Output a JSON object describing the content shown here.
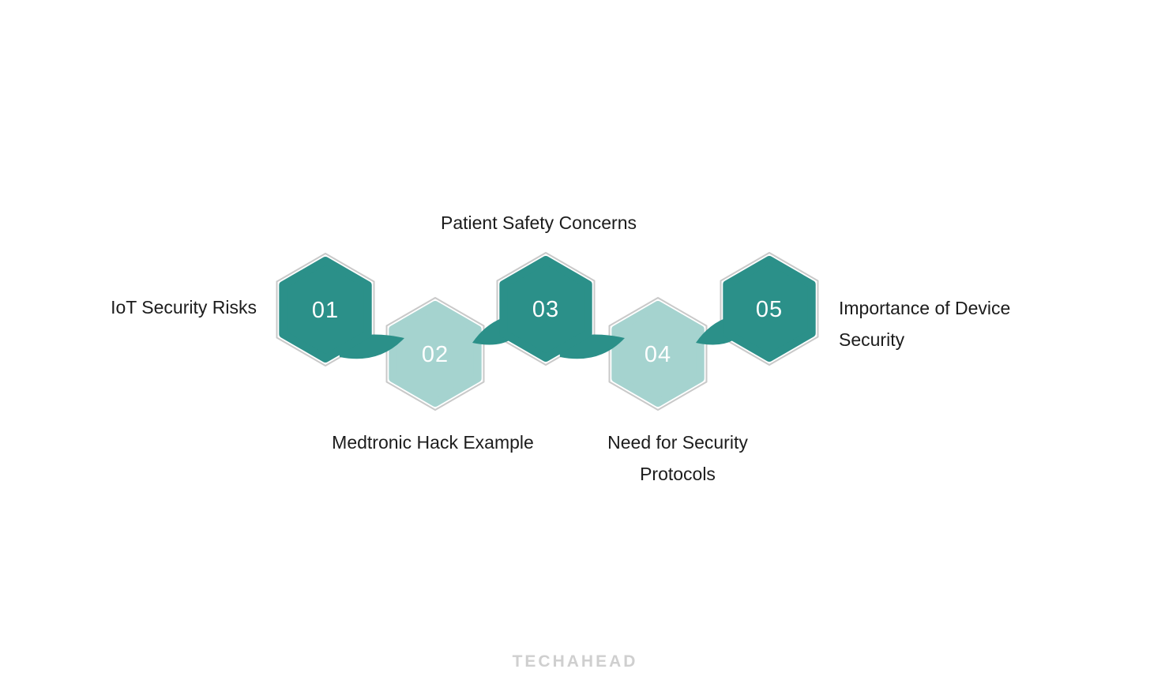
{
  "colors": {
    "dark_teal": "#2B9089",
    "light_teal": "#A5D3CF",
    "outline_gray": "#C9C9C9",
    "text": "#1C1C1C",
    "number_text": "#FFFFFF",
    "watermark": "#CFCFCF",
    "background": "#FFFFFF"
  },
  "diagram": {
    "type": "numbered-hexagon-process",
    "steps": [
      {
        "number": "01",
        "label": "IoT Security Risks",
        "tone": "dark",
        "label_position": "left"
      },
      {
        "number": "02",
        "label": "Medtronic Hack Example",
        "tone": "light",
        "label_position": "bottom"
      },
      {
        "number": "03",
        "label": "Patient Safety Concerns",
        "tone": "dark",
        "label_position": "top"
      },
      {
        "number": "04",
        "label": "Need for Security Protocols",
        "tone": "light",
        "label_position": "bottom"
      },
      {
        "number": "05",
        "label": "Importance of Device Security",
        "tone": "dark",
        "label_position": "right"
      }
    ]
  },
  "watermark": "TECHAHEAD"
}
